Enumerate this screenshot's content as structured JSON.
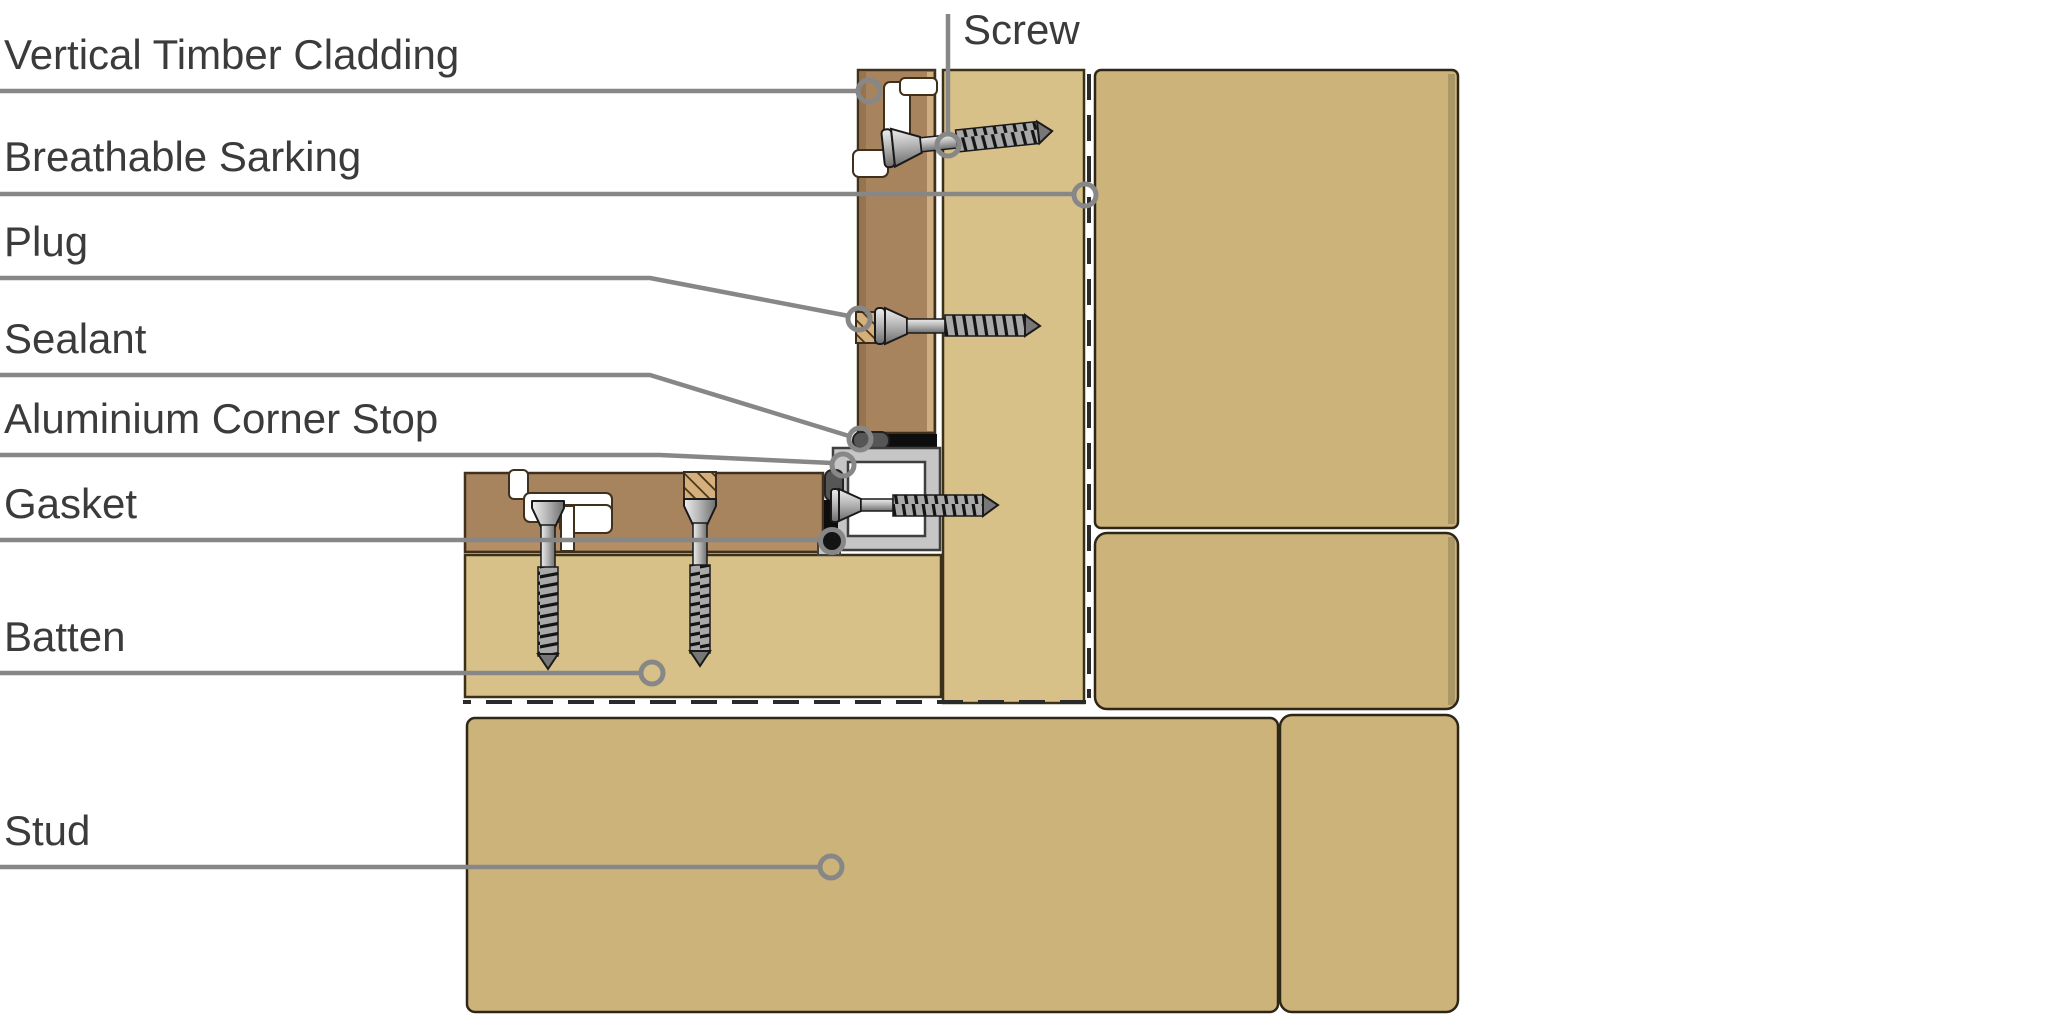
{
  "labels": {
    "vertical_timber_cladding": "Vertical Timber Cladding",
    "breathable_sarking": "Breathable Sarking",
    "plug": "Plug",
    "sealant": "Sealant",
    "aluminium_corner_stop": "Aluminium Corner Stop",
    "gasket": "Gasket",
    "batten": "Batten",
    "stud": "Stud",
    "screw": "Screw"
  },
  "colors": {
    "background": "#ffffff",
    "timber_cladding_brown": "#a7835e",
    "batten_tan": "#d8c189",
    "stud_tan": "#ccb37a",
    "aluminium_grey": "#c6c6c6",
    "sealant_black": "#0d0d0d",
    "gasket_grey": "#565656",
    "leader_line_grey": "#878787",
    "label_text": "#3b3b3b",
    "outline_dark": "#40301c",
    "block_outline": "#2e2718",
    "sarking_dash": "#2a2a2a",
    "screw_metal": "#c0c0c0",
    "plug_hatch": "#d6b07c"
  }
}
